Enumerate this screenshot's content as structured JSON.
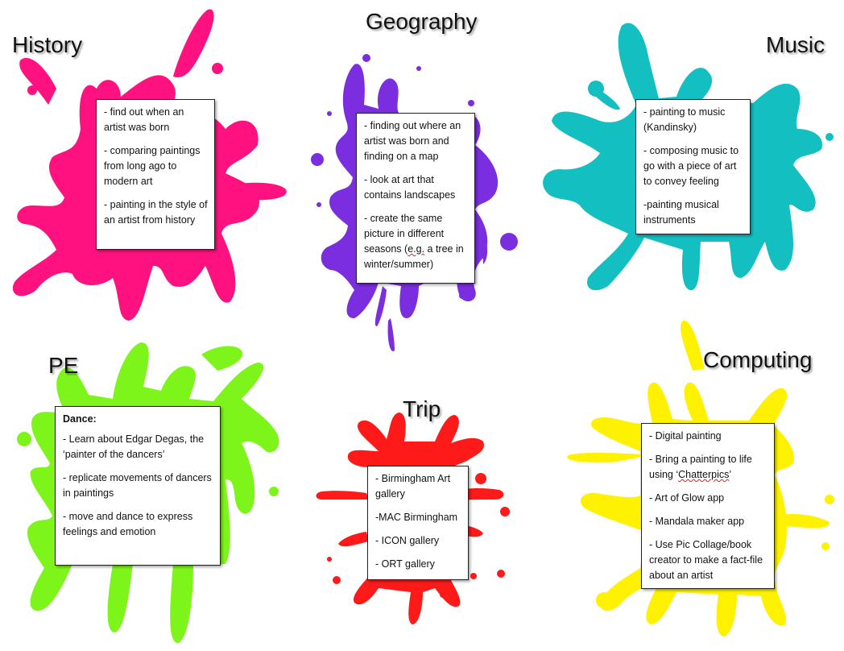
{
  "colors": {
    "history": "#ff1280",
    "geography": "#7a2ee0",
    "music": "#14bfc2",
    "pe": "#7ef51a",
    "trip": "#ff1a1a",
    "computing": "#fff200"
  },
  "history": {
    "title": "History",
    "items": [
      "- find out when an artist was born",
      "- comparing paintings from long ago to modern art",
      "- painting in the style of an artist from history"
    ]
  },
  "geography": {
    "title": "Geography",
    "items": [
      "- finding out where an artist was born and finding on a map",
      "- look at art that contains landscapes"
    ],
    "item3": {
      "pre": "- create the same picture in different seasons (",
      "flagged": "e.g.",
      "post": " a tree in winter/summer)"
    }
  },
  "music": {
    "title": "Music",
    "items": [
      "- painting to music (Kandinsky)",
      "- composing music to go with a piece of art to convey feeling",
      "-painting musical instruments"
    ]
  },
  "pe": {
    "title": "PE",
    "subtitle": "Dance:",
    "items": [
      "- Learn about Edgar Degas, the ‘painter of the dancers’",
      "- replicate movements of dancers in paintings",
      "- move and dance to express feelings and emotion"
    ]
  },
  "trip": {
    "title": "Trip",
    "items": [
      "- Birmingham Art gallery",
      "-MAC Birmingham",
      "- ICON gallery",
      "- ORT gallery"
    ]
  },
  "computing": {
    "title": "Computing",
    "item1": "- Digital painting",
    "item2": {
      "pre": "- Bring a painting to life using ‘",
      "flagged": "Chatterpics",
      "post": "’"
    },
    "items_rest": [
      "- Art of Glow app",
      "- Mandala maker app",
      "- Use Pic Collage/book creator to make a fact-file about an artist"
    ]
  }
}
